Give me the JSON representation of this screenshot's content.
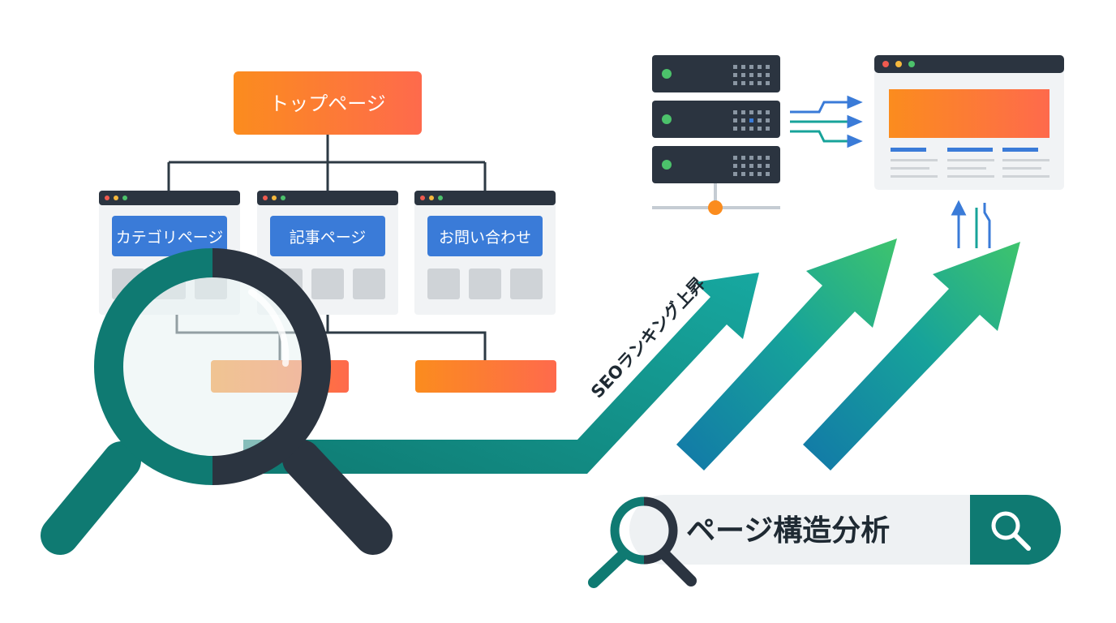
{
  "site_tree": {
    "top_page": {
      "label": "トップページ"
    },
    "children": [
      {
        "label": "カテゴリページ"
      },
      {
        "label": "記事ページ"
      },
      {
        "label": "お問い合わせ"
      }
    ]
  },
  "ranking": {
    "label": "SEOランキング上昇"
  },
  "search_bar": {
    "query": "ページ構造分析"
  },
  "colors": {
    "orange_start": "#fb8c1e",
    "orange_end": "#fe6a4c",
    "blue_button": "#3a7bd8",
    "teal": "#0f7a72",
    "dark": "#2b3440",
    "green": "#3ec46d",
    "line": "#2d3a44"
  },
  "icons": [
    "server-icon",
    "browser-window-icon",
    "magnifier-icon",
    "search-icon",
    "arrow-up-icon"
  ]
}
